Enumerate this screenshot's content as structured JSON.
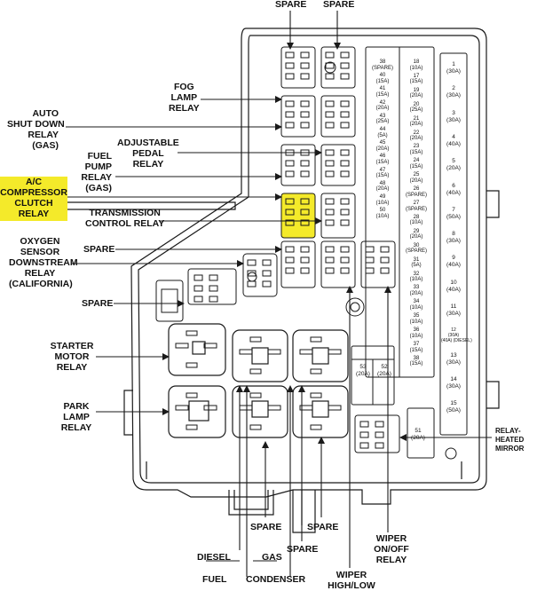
{
  "labels": {
    "spare_top_left": "SPARE",
    "spare_top_right": "SPARE",
    "fog_lamp_relay": "FOG\nLAMP\nRELAY",
    "auto_shut_down_relay": "AUTO\nSHUT DOWN\nRELAY\n(GAS)",
    "adjustable_pedal_relay": "ADJUSTABLE\nPEDAL\nRELAY",
    "fuel_pump_relay": "FUEL\nPUMP\nRELAY\n(GAS)",
    "ac_compressor_clutch_relay": "A/C\nCOMPRESSOR\nCLUTCH\nRELAY",
    "transmission_control_relay": "TRANSMISSION\nCONTROL RELAY",
    "oxygen_sensor_relay": "OXYGEN\nSENSOR\nDOWNSTREAM\nRELAY\n(CALIFORNIA)",
    "spare_mid": "SPARE",
    "spare_left": "SPARE",
    "starter_motor_relay": "STARTER\nMOTOR\nRELAY",
    "park_lamp_relay": "PARK\nLAMP\nRELAY",
    "relay_heated_mirror": "RELAY-\nHEATED\nMIRROR",
    "spare_bottom_1": "SPARE",
    "spare_bottom_2": "SPARE",
    "spare_bottom_3": "SPARE",
    "diesel": "DIESEL",
    "gas": "GAS",
    "fuel": "FUEL",
    "condenser": "CONDENSER",
    "wiper_on_off_relay": "WIPER\nON/OFF\nRELAY",
    "wiper_high_low": "WIPER\nHIGH/LOW"
  },
  "mini_fuses_left": [
    "38\n(SPARE)",
    "40\n(15A)",
    "41\n(15A)",
    "42\n(20A)",
    "43\n(25A)",
    "44\n(5A)",
    "45\n(20A)",
    "46\n(15A)",
    "47\n(15A)",
    "48\n(20A)",
    "49\n(10A)",
    "50\n(10A)"
  ],
  "mini_fuses_right": [
    "18\n(10A)",
    "17\n(15A)",
    "19\n(20A)",
    "20\n(25A)",
    "21\n(20A)",
    "22\n(20A)",
    "23\n(15A)",
    "24\n(15A)",
    "25\n(20A)",
    "26\n(SPARE)",
    "27\n(SPARE)",
    "28\n(10A)",
    "29\n(20A)",
    "30\n(SPARE)",
    "31\n(5A)",
    "32\n(10A)",
    "33\n(20A)",
    "34\n(10A)",
    "35\n(10A)",
    "36\n(10A)",
    "37\n(15A)",
    "38\n(15A)"
  ],
  "maxi_fuses": [
    "1\n(30A)",
    "2\n(30A)",
    "3\n(30A)",
    "4\n(40A)",
    "5\n(20A)",
    "6\n(40A)",
    "7\n(50A)",
    "8\n(30A)",
    "9\n(40A)",
    "10\n(40A)",
    "11\n(30A)",
    "12\n(30A)\n(40A) (DIESEL)",
    "13\n(30A)",
    "14\n(30A)",
    "15\n(50A)"
  ],
  "lower_fuses": [
    "53\n(20A)",
    "52\n(20A)",
    "51\n(20A)"
  ],
  "colors": {
    "highlight": "#f4ea2a",
    "line": "#1a1a1a"
  }
}
